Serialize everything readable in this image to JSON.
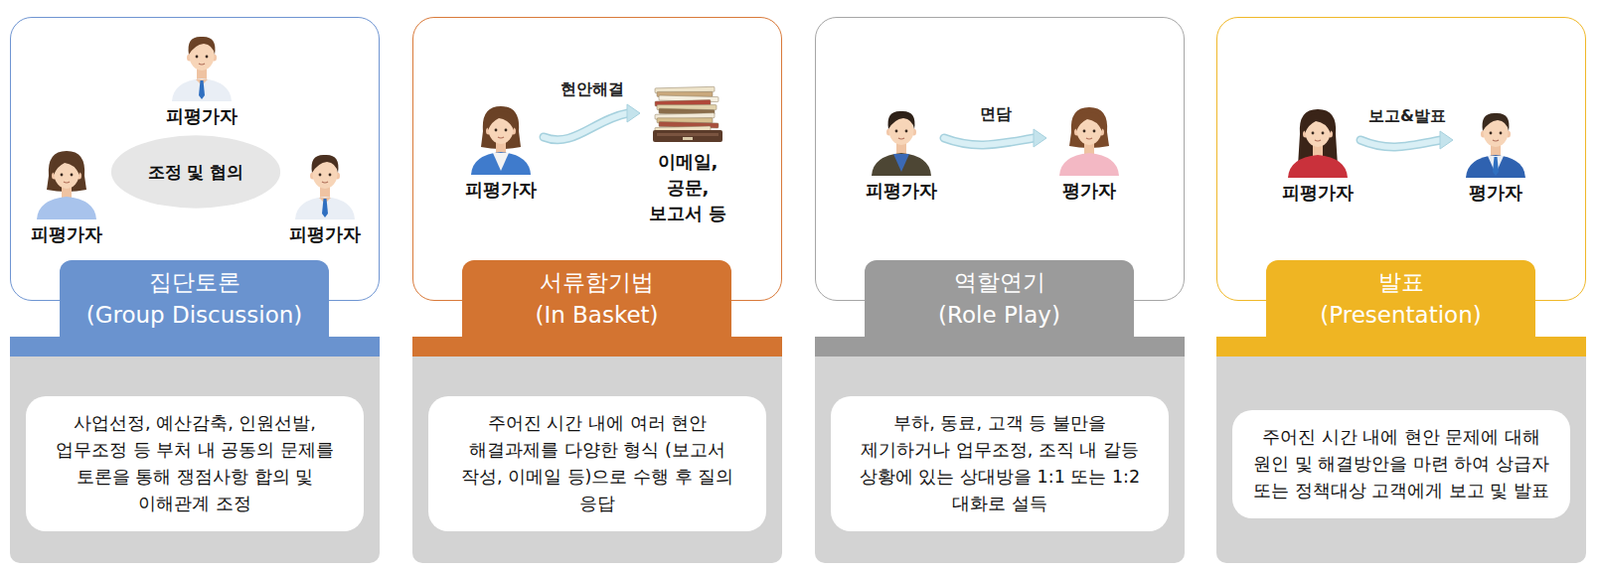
{
  "diagram": {
    "nodes": [
      {
        "text": [
          "집단토론",
          "(Group Discussion)"
        ]
      },
      {
        "text": [
          "피평가자"
        ],
        "in": 0
      },
      {
        "text": [
          "조정 및 협의"
        ],
        "in": 0
      },
      {
        "text": [
          "피평가자"
        ],
        "in": 0
      },
      {
        "text": [
          "피평가자"
        ],
        "in": 0
      },
      {
        "text": [
          "사업선정, 예산감축, 인원선발, 업무조정 등 부처 내 공동의 문제를 토론을 통해 쟁점사항 합의 및 이해관계 조정"
        ]
      },
      {
        "text": [
          "서류함기법",
          "(In Basket)"
        ]
      },
      {
        "text": [
          "피평가자"
        ],
        "in": 6
      },
      {
        "text": [
          "이메일, 공문, 보고서 등"
        ],
        "in": 6
      },
      {
        "text": [
          "주어진 시간 내에 여러 현안 해결과제를 다양한 형식 (보고서 작성, 이메일 등)으로 수행 후 질의 응답"
        ]
      },
      {
        "text": [
          "역할연기",
          "(Role Play)"
        ]
      },
      {
        "text": [
          "피평가자"
        ],
        "in": 10
      },
      {
        "text": [
          "평가자"
        ],
        "in": 10
      },
      {
        "text": [
          "부하, 동료, 고객 등 불만을 제기하거나 업무조정, 조직 내 갈등 상황에 있는 상대방을 1:1 또는 1:2 대화로 설득"
        ]
      },
      {
        "text": [
          "발표",
          "(Presentation)"
        ]
      },
      {
        "text": [
          "피평가자"
        ],
        "in": 14
      },
      {
        "text": [
          "평가자"
        ],
        "in": 14
      },
      {
        "text": [
          "주어진 시간 내에 현안 문제에 대해 원인 및 해결방안을 마련 하여 상급자 또는 정책대상 고객에게 보고 및 발표"
        ]
      }
    ],
    "edges": [
      {
        "from": 7,
        "to": 8,
        "label": "현안해결",
        "arrow": "to"
      },
      {
        "from": 11,
        "to": 12,
        "label": "면담",
        "arrow": "to"
      },
      {
        "from": 15,
        "to": 16,
        "label": "보고&발표",
        "arrow": "to"
      }
    ]
  }
}
